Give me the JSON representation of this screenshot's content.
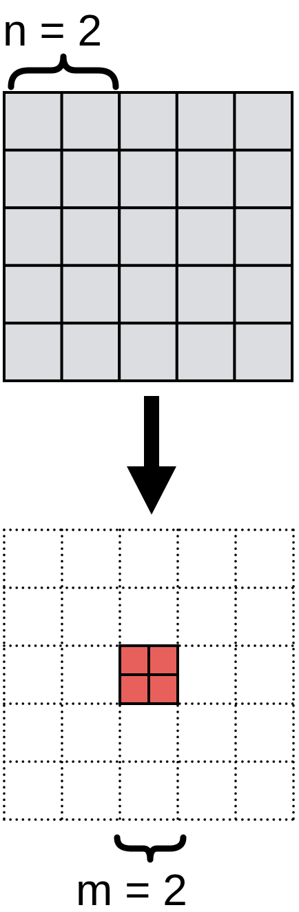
{
  "top_label": "n = 2",
  "bottom_label": "m = 2",
  "colors": {
    "input_cell": "#dcdde0",
    "grid_line": "#000000",
    "output_highlight": "#e8605c",
    "arrow": "#000000"
  },
  "input_grid": {
    "rows": 5,
    "cols": 5
  },
  "output_grid": {
    "rows": 5,
    "cols": 5,
    "highlight_cell": {
      "row": 2,
      "col": 2,
      "subdivisions": 2
    }
  }
}
